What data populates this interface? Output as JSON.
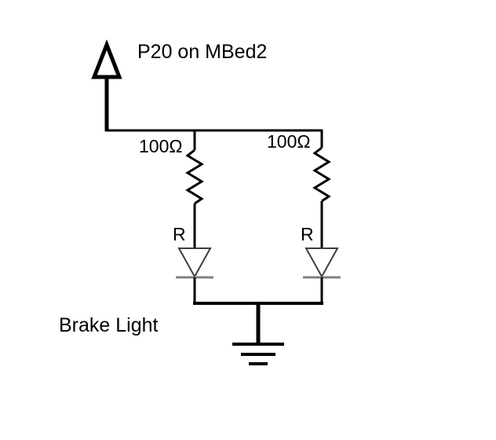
{
  "diagram": {
    "power_label": "P20 on MBed2",
    "left_resistor_value": "100Ω",
    "right_resistor_value": "100Ω",
    "left_led_label": "R",
    "right_led_label": "R",
    "caption": "Brake Light"
  },
  "colors": {
    "wire": "#000000",
    "diode_bar": "#808080",
    "background": "#ffffff"
  }
}
